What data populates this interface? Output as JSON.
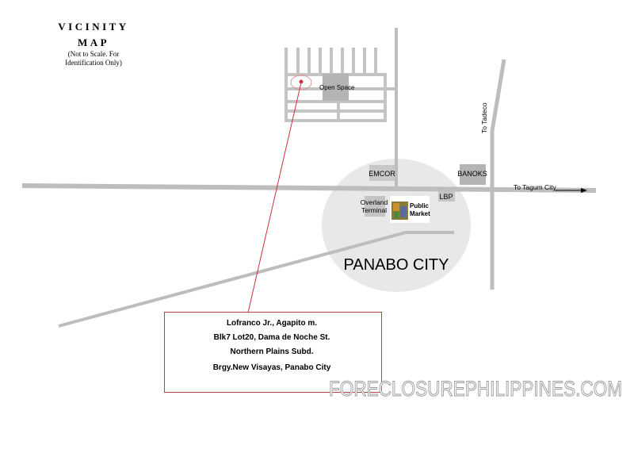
{
  "title": {
    "line1": "VICINITY",
    "line2": "MAP",
    "note1": "(Not  to Scale. For",
    "note2": "Identification Only)"
  },
  "landmarks": {
    "open_space": "Open Space",
    "emcor": "EMCOR",
    "banoks": "BANOKS",
    "lbp": "LBP",
    "overland1": "Overland",
    "overland2": "Terminal",
    "public1": "Public",
    "public2": "Market",
    "city": "PANABO CITY",
    "to_tadeco": "To Tadeco",
    "to_tagum": "To Tagum City"
  },
  "address": {
    "line1": "Lofranco  Jr., Agapito m.",
    "line2": "Blk7 Lot20, Dama de Noche  St.",
    "line3": "Northern Plains Subd.",
    "line4": "Brgy.New Visayas, Panabo City"
  },
  "watermark": "FORECLOSUREPHILIPPINES.COM",
  "colors": {
    "road": "#bdbdbd",
    "marker": "#d03040",
    "city_area": "#e8e8e8"
  }
}
